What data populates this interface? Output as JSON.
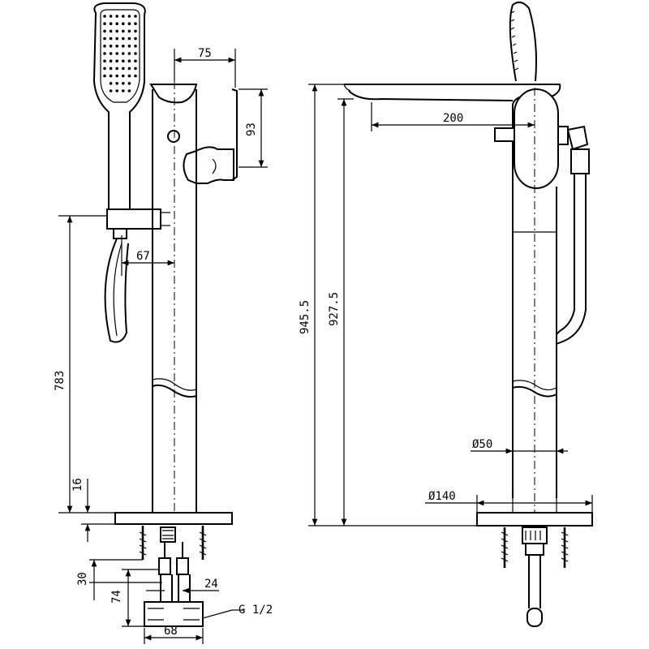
{
  "front_view": {
    "dims": {
      "handle_offset": "75",
      "lever_height": "93",
      "holder_offset": "67",
      "holder_height": "783",
      "base_thickness": "16",
      "anchor_depth": "30",
      "pipe_length": "74",
      "pipe_spacing": "24",
      "fitting_width": "68"
    },
    "thread_label": "G 1/2"
  },
  "side_view": {
    "dims": {
      "spout_reach": "200",
      "total_height": "945.5",
      "spout_height": "927.5",
      "column_diameter": "Ø50",
      "base_diameter": "Ø140"
    }
  }
}
